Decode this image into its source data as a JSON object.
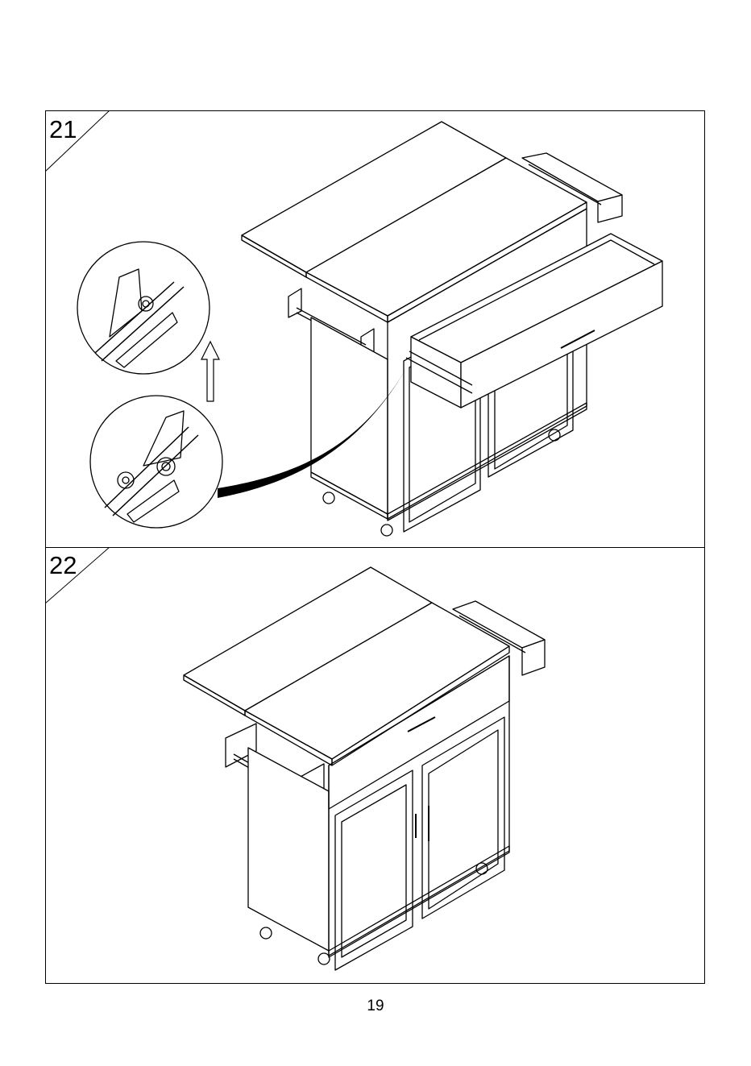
{
  "steps": [
    {
      "number": "21"
    },
    {
      "number": "22"
    }
  ],
  "page": {
    "number": "19"
  },
  "icons": [
    "arrow-up-icon"
  ]
}
